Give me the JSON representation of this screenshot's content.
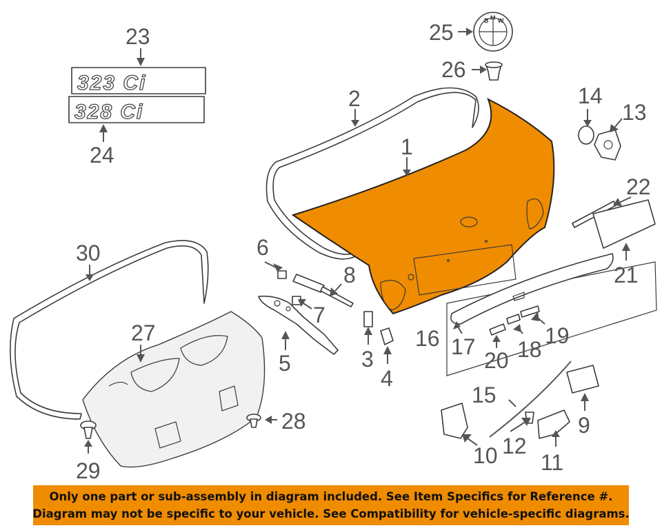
{
  "callouts": [
    "1",
    "2",
    "3",
    "4",
    "5",
    "6",
    "7",
    "8",
    "9",
    "10",
    "11",
    "12",
    "13",
    "14",
    "15",
    "16",
    "17",
    "18",
    "19",
    "20",
    "21",
    "22",
    "23",
    "24",
    "25",
    "26",
    "27",
    "28",
    "29",
    "30"
  ],
  "badges": {
    "b323": "323 Ci",
    "b328": "328 Ci"
  },
  "emblem": {
    "b": "B",
    "m": "M",
    "w": "W"
  },
  "highlight_color": "#f08c00",
  "notice": {
    "line1": "Only one part or sub-assembly in diagram included. See Item Specifics for Reference #.",
    "line2": "Diagram may not be specific to your vehicle. See Compatibility for vehicle-specific diagrams."
  }
}
